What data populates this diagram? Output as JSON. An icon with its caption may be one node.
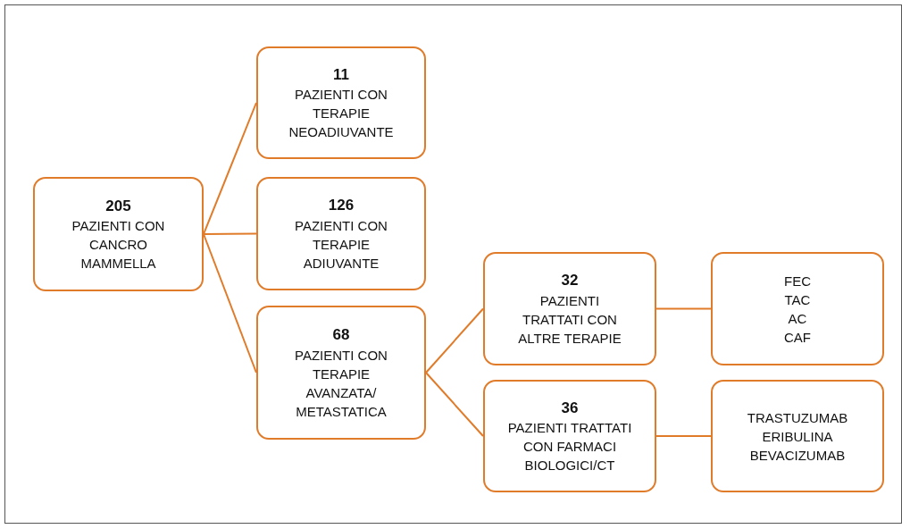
{
  "diagram": {
    "nodes": [
      {
        "text": [
          "205",
          "PAZIENTI CON CANCRO MAMMELLA"
        ]
      },
      {
        "text": [
          "11",
          "PAZIENTI CON TERAPIE NEOADIUVANTE"
        ]
      },
      {
        "text": [
          "126",
          "PAZIENTI CON TERAPIE ADIUVANTE"
        ]
      },
      {
        "text": [
          "68",
          "PAZIENTI CON TERAPIE AVANZATA/ METASTATICA"
        ]
      },
      {
        "text": [
          "32",
          "PAZIENTI TRATTATI CON ALTRE TERAPIE"
        ]
      },
      {
        "text": [
          "36",
          "PAZIENTI TRATTATI CON FARMACI BIOLOGICI/CT"
        ]
      },
      {
        "text": [
          "FEC",
          "TAC",
          "AC",
          "CAF"
        ]
      },
      {
        "text": [
          "TRASTUZUMAB",
          "ERIBULINA",
          "BEVACIZUMAB"
        ]
      }
    ],
    "edges": [
      {
        "from": 0,
        "to": 1,
        "arrow": "none"
      },
      {
        "from": 0,
        "to": 2,
        "arrow": "none"
      },
      {
        "from": 0,
        "to": 3,
        "arrow": "none"
      },
      {
        "from": 3,
        "to": 4,
        "arrow": "none"
      },
      {
        "from": 3,
        "to": 5,
        "arrow": "none"
      },
      {
        "from": 4,
        "to": 6,
        "arrow": "none"
      },
      {
        "from": 5,
        "to": 7,
        "arrow": "none"
      }
    ]
  }
}
